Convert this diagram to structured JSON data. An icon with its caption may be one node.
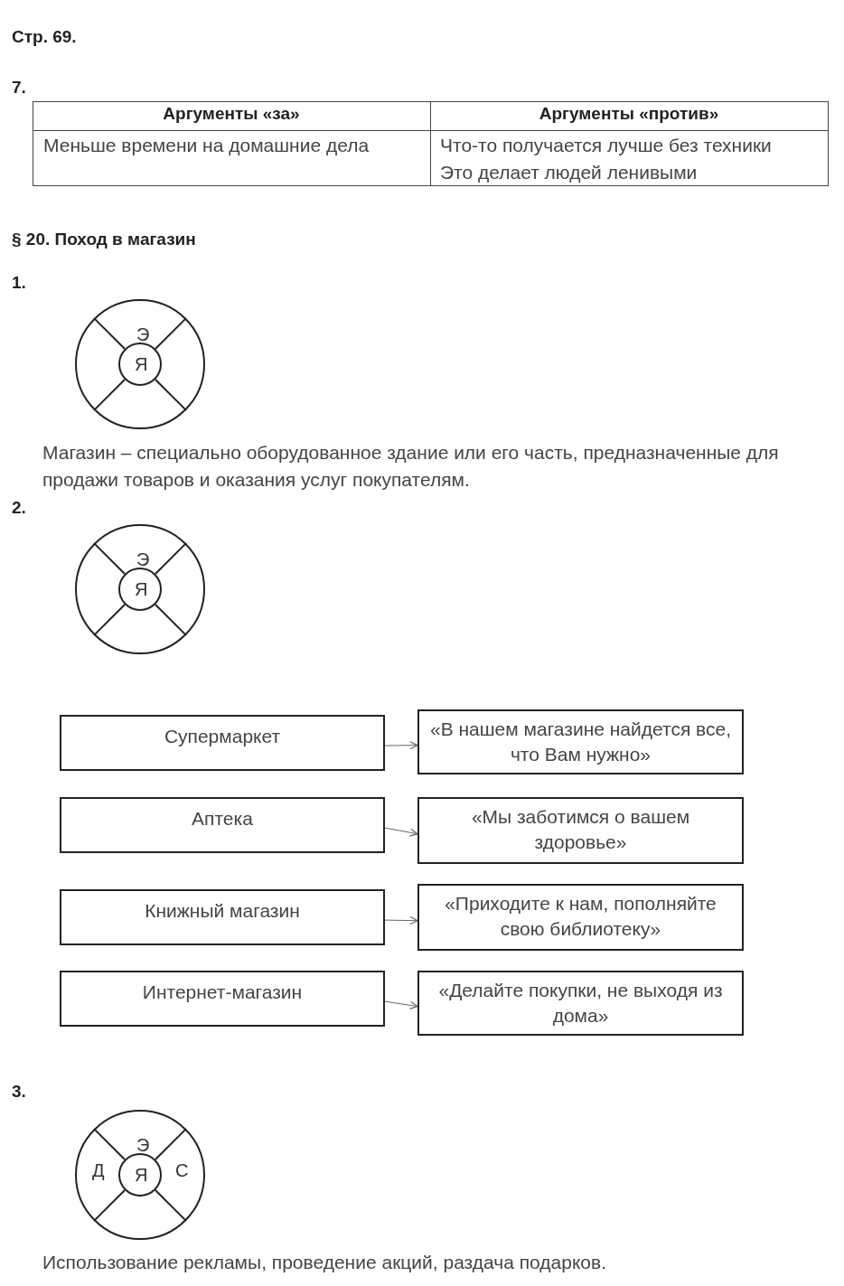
{
  "diagram": {
    "title": "Стр. 69.",
    "nodes": [
      {
        "text": [
          "Э"
        ]
      },
      {
        "text": [
          "Я"
        ],
        "in": 0
      },
      {
        "text": [
          "Э"
        ]
      },
      {
        "text": [
          "Я"
        ],
        "in": 2
      },
      {
        "text": [
          "Супермаркет"
        ]
      },
      {
        "text": [
          "«В нашем магазине найдется все, что Вам нужно»"
        ]
      },
      {
        "text": [
          "Аптека"
        ]
      },
      {
        "text": [
          "«Мы заботимся о вашем здоровье»"
        ]
      },
      {
        "text": [
          "Книжный магазин"
        ]
      },
      {
        "text": [
          "«Приходите к нам, пополняйте свою библиотеку»"
        ]
      },
      {
        "text": [
          "Интернет-магазин"
        ]
      },
      {
        "text": [
          "«Делайте покупки, не выходя из дома»"
        ]
      },
      {
        "text": [
          "Э",
          "Д",
          "С"
        ]
      },
      {
        "text": [
          "Я"
        ],
        "in": 12
      }
    ],
    "edges": [
      {
        "from": 4,
        "to": 5,
        "arrow": "to"
      },
      {
        "from": 6,
        "to": 7,
        "arrow": "to"
      },
      {
        "from": 8,
        "to": 9,
        "arrow": "to"
      },
      {
        "from": 10,
        "to": 11,
        "arrow": "to"
      }
    ],
    "labels": [
      "7.",
      "Аргументы «за»",
      "Аргументы «против»",
      "Меньше времени на домашние дела",
      "Что-то получается лучше без техники",
      "Это делает людей ленивыми",
      "§ 20. Поход в магазин",
      "1.",
      "Магазин – специально оборудованное здание или его часть, предназначенные для продажи товаров и оказания услуг покупателям.",
      "2.",
      "3.",
      "Использование рекламы, проведение акций, раздача подарков."
    ]
  }
}
